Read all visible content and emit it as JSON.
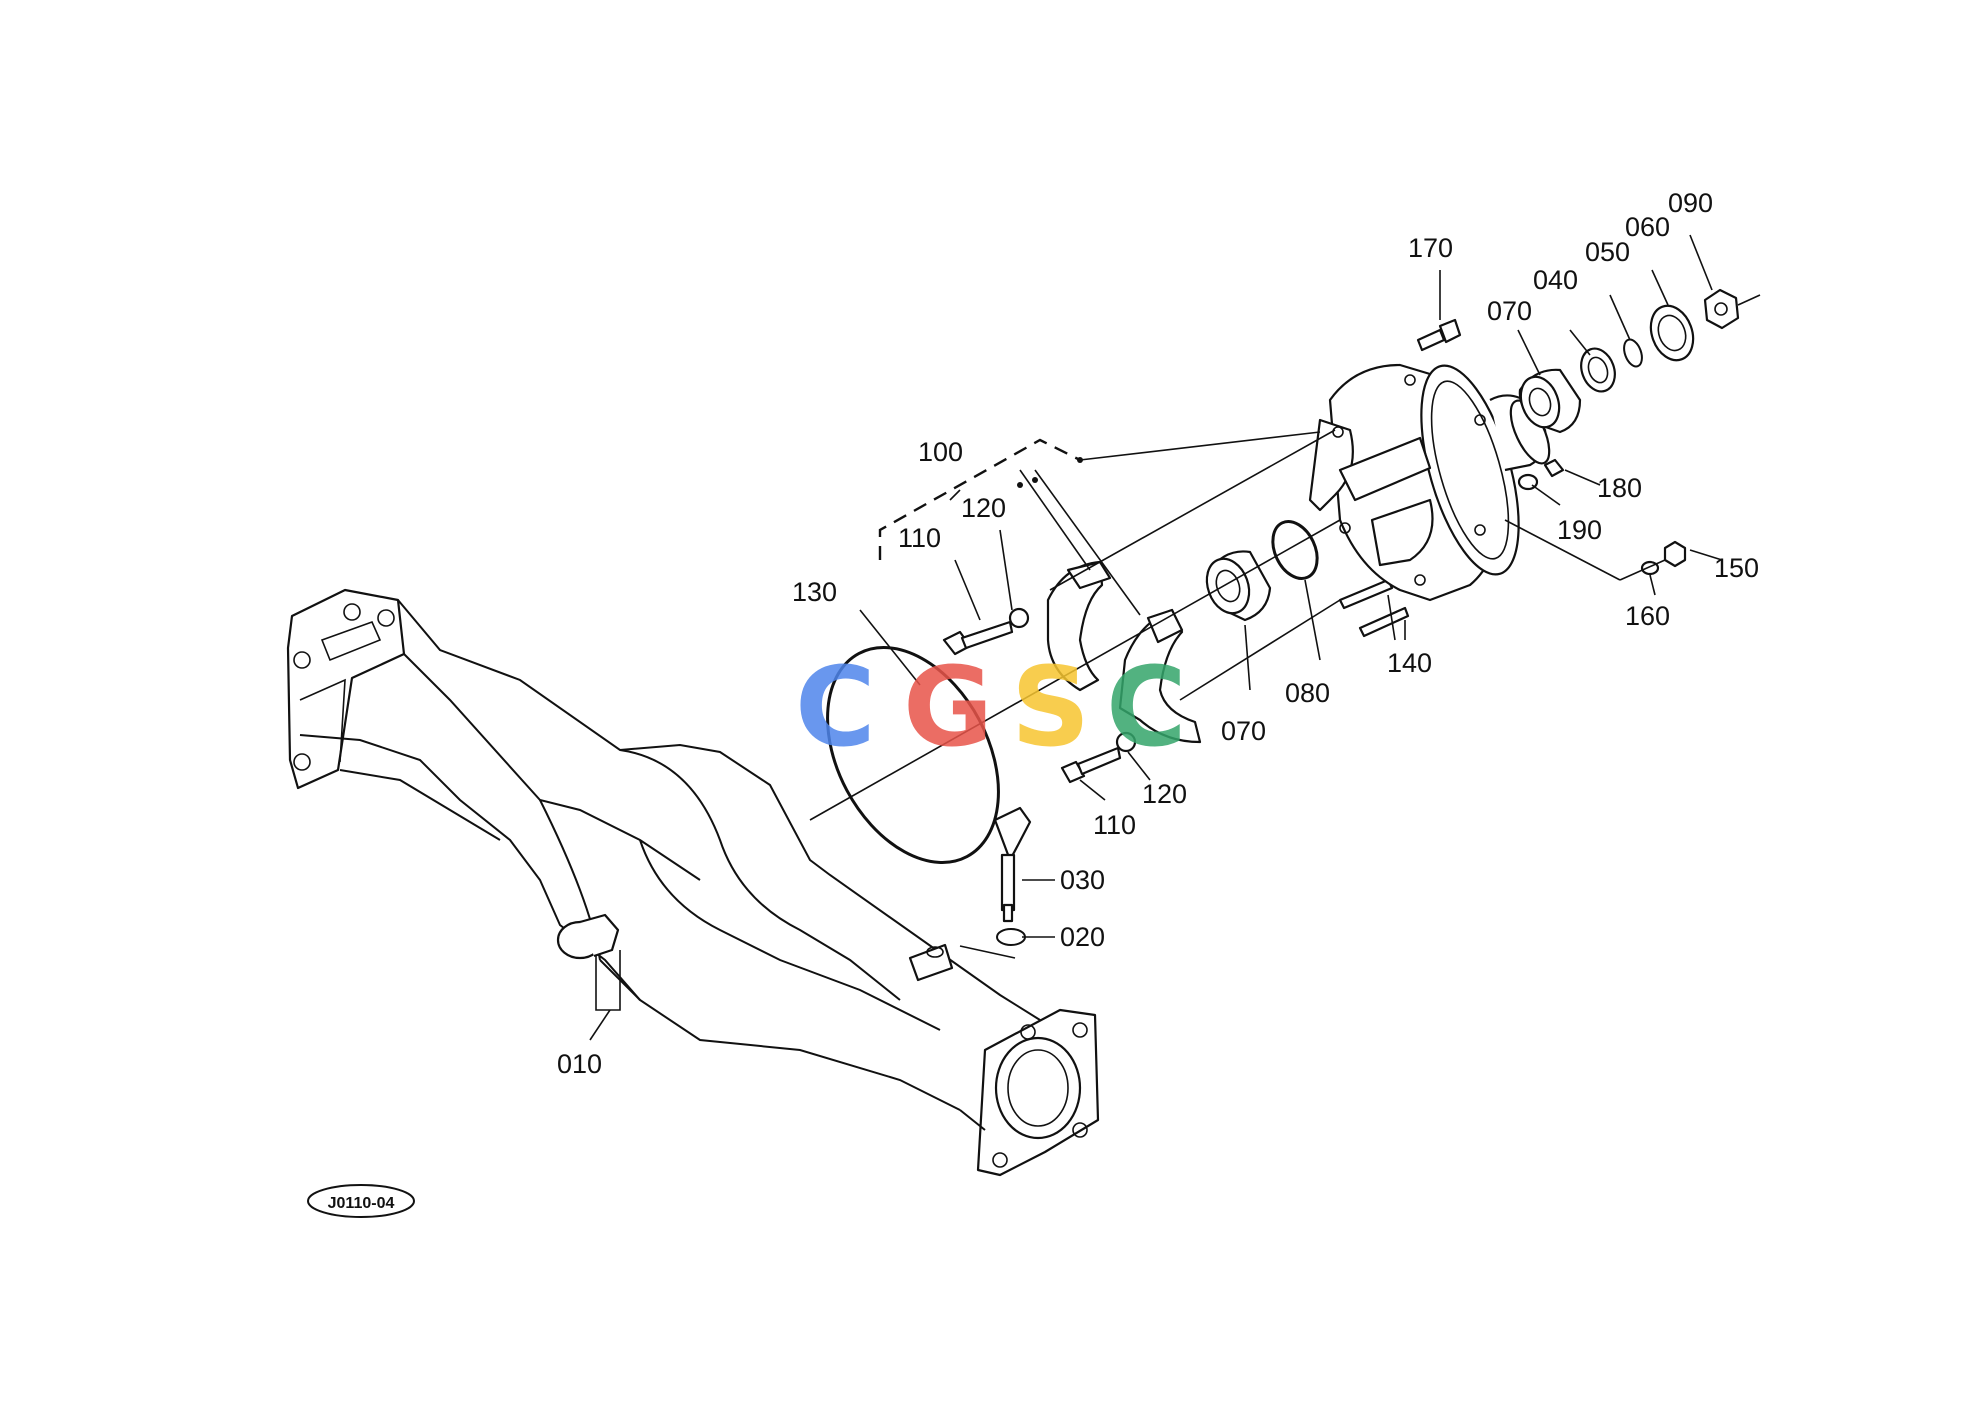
{
  "diagram": {
    "drawing_code": "J0110-04",
    "callouts": {
      "p010": "010",
      "p020": "020",
      "p030": "030",
      "p040": "040",
      "p050": "050",
      "p060": "060",
      "p070a": "070",
      "p070b": "070",
      "p080": "080",
      "p090": "090",
      "p100": "100",
      "p110a": "110",
      "p110b": "110",
      "p120a": "120",
      "p120b": "120",
      "p130": "130",
      "p140": "140",
      "p150": "150",
      "p160": "160",
      "p170": "170",
      "p180": "180",
      "p190": "190"
    }
  },
  "watermark": {
    "letters": [
      "C",
      "G",
      "S",
      "C"
    ],
    "colors": [
      "#4f86ec",
      "#e8544a",
      "#f7c530",
      "#34a56b"
    ]
  }
}
